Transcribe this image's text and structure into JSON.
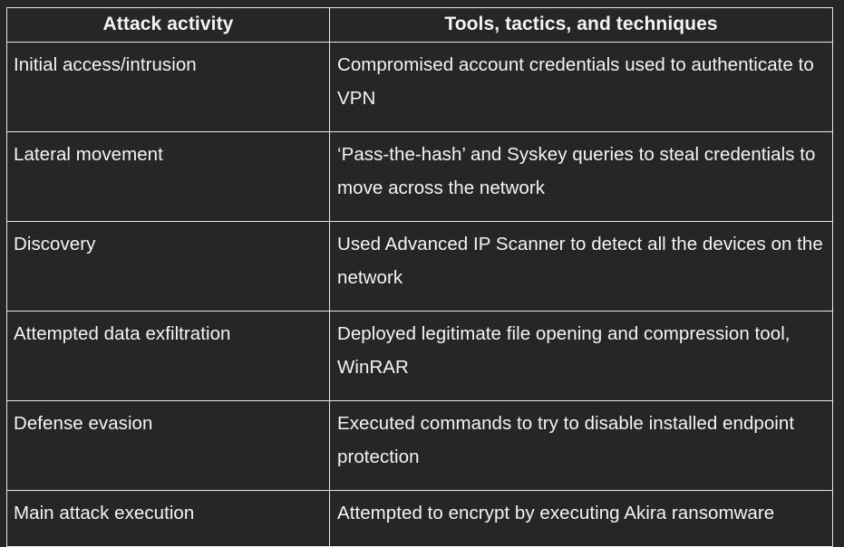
{
  "table": {
    "columns": [
      {
        "key": "activity",
        "label": "Attack activity"
      },
      {
        "key": "ttp",
        "label": "Tools, tactics, and techniques"
      }
    ],
    "rows": [
      {
        "activity": "Initial access/intrusion",
        "ttp": "Compromised account credentials used to authenticate to VPN"
      },
      {
        "activity": "Lateral movement",
        "ttp": "‘Pass-the-hash’ and Syskey queries to steal credentials to move across the network"
      },
      {
        "activity": "Discovery",
        "ttp": "Used Advanced IP Scanner to detect all the devices on the network"
      },
      {
        "activity": "Attempted data exfiltration",
        "ttp": "Deployed legitimate file opening and compression tool, WinRAR"
      },
      {
        "activity": "Defense evasion",
        "ttp": "Executed commands to try to disable installed endpoint protection"
      },
      {
        "activity": "Main attack execution",
        "ttp": "Attempted to encrypt by executing Akira ransomware"
      }
    ]
  },
  "colors": {
    "background": "#262626",
    "border": "#e9e9e9",
    "text": "#f4f4f4"
  }
}
